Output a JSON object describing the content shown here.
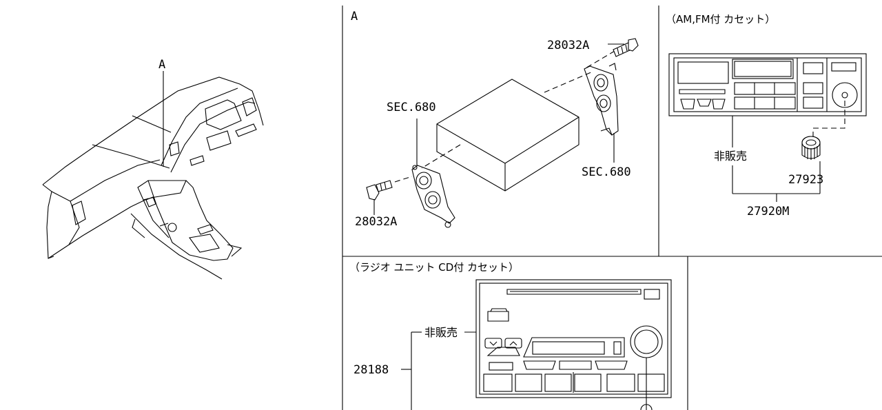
{
  "overview": {
    "callout": "A"
  },
  "panel_a": {
    "title": "A",
    "bolt_top_label": "28032A",
    "bolt_bottom_label": "28032A",
    "sec_left_label": "SEC.680",
    "sec_right_label": "SEC.680"
  },
  "panel_amfm": {
    "title": "（AM,FM付 カセット）",
    "not_for_sale": "非販売",
    "knob_part": "27923",
    "unit_part": "27920M"
  },
  "panel_cd": {
    "title": "（ラジオ ユニット CD付 カセット）",
    "not_for_sale": "非販売",
    "unit_part": "28188"
  }
}
